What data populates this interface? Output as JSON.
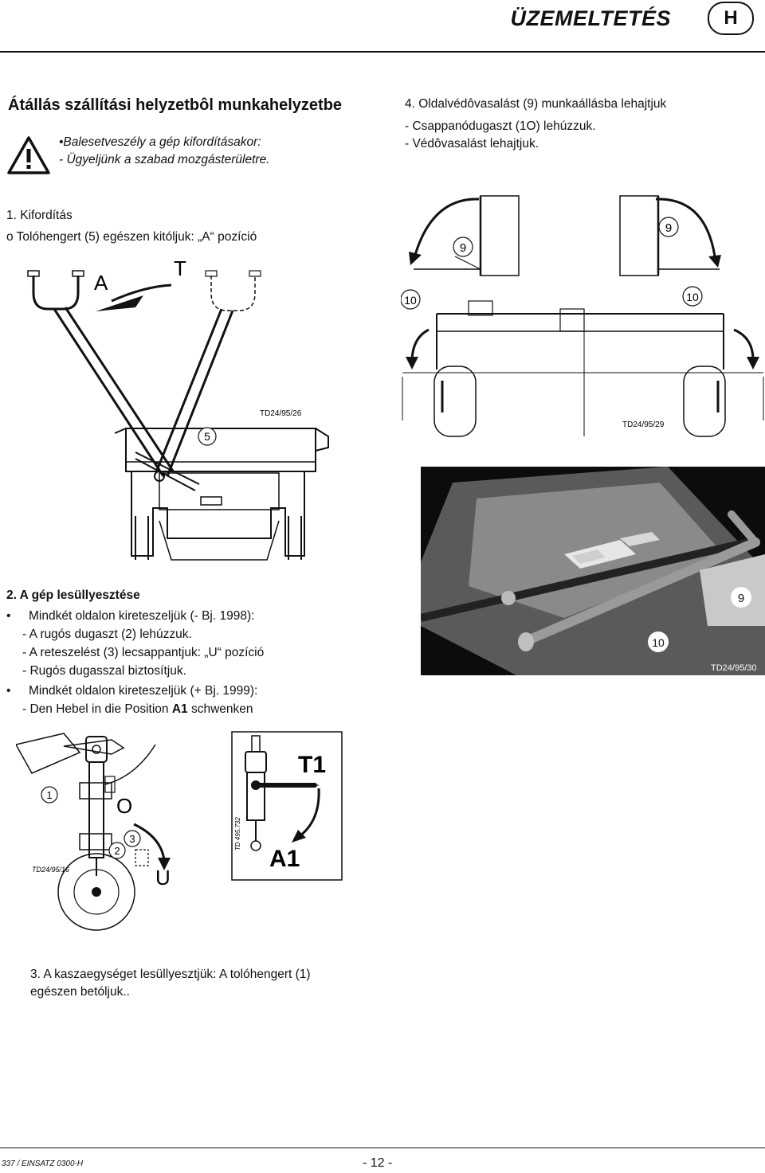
{
  "header": {
    "title": "ÜZEMELTETÉS",
    "badge": "H"
  },
  "left": {
    "title": "Átállás szállítási helyzetbôl munkahelyzetbe",
    "warning_line1": "•Balesetveszély a gép kifordításakor:",
    "warning_line2": "- Ügyeljünk a szabad mozgásterületre.",
    "step1_title": "1. Kifordítás",
    "step1_line": "o Tolóhengert (5) egészen kitóljuk: „A“ pozíció",
    "step2_title": "2. A gép lesüllyesztése",
    "step2_b1": "Mindkét oldalon kireteszeljük (- Bj. 1998):",
    "step2_b1_l1": "-   A rugós dugaszt (2) lehúzzuk.",
    "step2_b1_l2": "-   A reteszelést (3) lecsappantjuk: „U“ pozíció",
    "step2_b1_l3": "-   Rugós dugasszal biztosítjuk.",
    "step2_b2": "Mindkét oldalon kireteszeljük (+ Bj. 1999):",
    "step2_b2_l1_pre": "-   Den Hebel in die Position ",
    "step2_b2_l1_bold": "A1",
    "step2_b2_l1_post": " schwenken",
    "step3_line1": "3.   A kaszaegységet lesüllyesztjük: A tolóhengert (1)",
    "step3_line2": "egészen betóljuk.."
  },
  "right": {
    "step4_title": "4. Oldalvédôvasalást (9) munkaállásba lehajtjuk",
    "step4_l1": "- Csappanódugaszt (1O) lehúzzuk.",
    "step4_l2": "- Védôvasalást lehajtjuk."
  },
  "figures": {
    "fig1": {
      "label_a": "A",
      "label_t": "T",
      "callout_5": "5",
      "code": "TD24/95/26"
    },
    "fig2": {
      "callout_9": "9",
      "callout_10": "10",
      "code": "TD24/95/29"
    },
    "photo": {
      "callout_9": "9",
      "callout_10": "10",
      "code": "TD24/95/30"
    },
    "fig3": {
      "callout_1": "1",
      "callout_2": "2",
      "callout_3": "3",
      "label_o": "O",
      "label_u": "U",
      "code": "TD24/95/16"
    },
    "fig4": {
      "label_t1": "T1",
      "label_a1": "A1",
      "code": "TD 495.732"
    }
  },
  "footer": {
    "left": "337 / EINSATZ 0300-H",
    "page": "- 12 -"
  }
}
